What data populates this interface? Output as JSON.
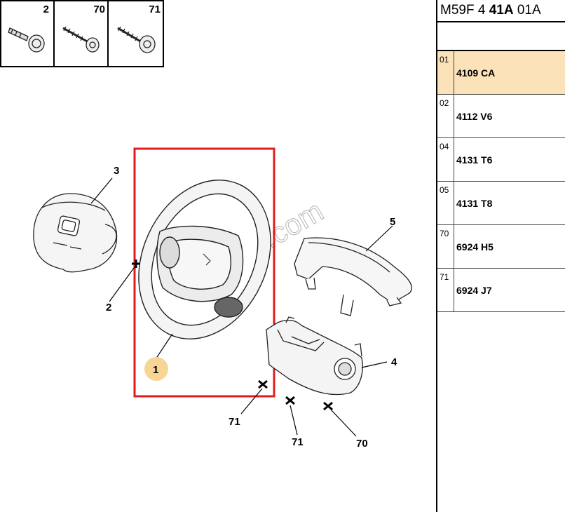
{
  "reference": {
    "prefix": "M59F 4",
    "section": "41A",
    "suffix": "01A"
  },
  "callouts": {
    "steering_wheel": "1",
    "screw_2": "2",
    "airbag": "3",
    "lower_shroud": "4",
    "upper_shroud": "5",
    "screw_70": "70",
    "screw_71": "71"
  },
  "hardware_legend": [
    {
      "label": "2"
    },
    {
      "label": "70"
    },
    {
      "label": "71"
    }
  ],
  "watermark": "oluyukoto.com",
  "parts": [
    {
      "index": "01",
      "code": "4109 CA",
      "selected": true
    },
    {
      "index": "02",
      "code": "4112 V6",
      "selected": false
    },
    {
      "index": "04",
      "code": "4131 T6",
      "selected": false
    },
    {
      "index": "05",
      "code": "4131 T8",
      "selected": false
    },
    {
      "index": "70",
      "code": "6924 H5",
      "selected": false
    },
    {
      "index": "71",
      "code": "6924 J7",
      "selected": false
    }
  ],
  "colors": {
    "highlight_row": "#fbe2b8",
    "selection_frame": "#e31b1b",
    "callout_badge": "#f6d595"
  }
}
